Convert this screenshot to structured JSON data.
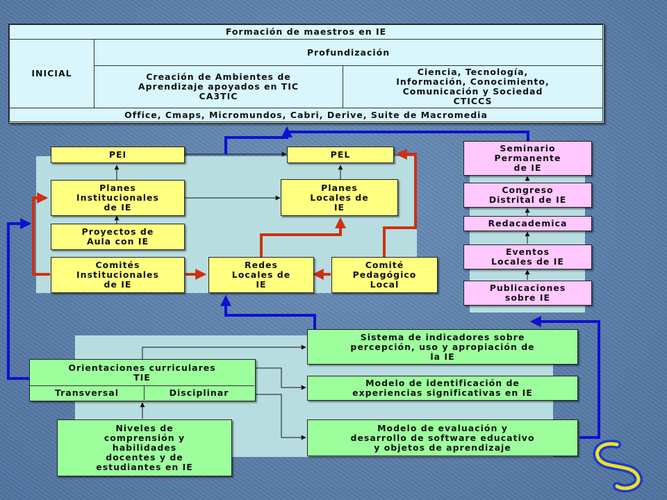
{
  "header_table": {
    "title": "Formación de maestros en IE",
    "inicial": "INICIAL",
    "profundizacion": "Profundización",
    "ambientes": "Creación de Ambientes de\nAprendizaje apoyados en TIC\nCA3TIC",
    "ciencia": "Ciencia, Tecnología,\nInformación, Conocimiento,\nComunicación y Sociedad\nCTICCS",
    "tools": "Office, Cmaps, Micromundos, Cabri, Derive, Suite de Macromedia"
  },
  "left_block": {
    "pei": "PEI",
    "pel": "PEL",
    "planes_inst": "Planes\nInstitucionales\nde IE",
    "planes_loc": "Planes\nLocales de\nIE",
    "proyectos": "Proyectos de\nAula con IE",
    "comites": "Comités\nInstitucionales\nde IE",
    "redes": "Redes\nLocales de\nIE",
    "comite_ped": "Comité\nPedagógico\nLocal"
  },
  "right_column": {
    "seminario": "Seminario\nPermanente\nde IE",
    "congreso": "Congreso\nDistrital de IE",
    "redacademica": "Redacademica",
    "eventos": "Eventos\nLocales de IE",
    "publicaciones": "Publicaciones\nsobre IE"
  },
  "bottom_block": {
    "orientaciones": "Orientaciones curriculares\nTIE",
    "transversal": "Transversal",
    "disciplinar": "Disciplinar",
    "niveles": "Niveles de\ncomprensión y\nhabilidades\ndocentes y de\nestudiantes en IE",
    "sistema": "Sistema de indicadores sobre\npercepción, uso y apropiación de\nla IE",
    "modelo_ident": "Modelo de identificación de\nexperiencias significativas en IE",
    "modelo_eval": "Modelo de evaluación y\ndesarrollo de software educativo\ny objetos de aprendizaje"
  },
  "colors": {
    "yellow": "#ffff80",
    "pink": "#ffc8ff",
    "green": "#9cff9c",
    "cyan": "#d8f6fc",
    "red_arrow": "#d03010",
    "blue_arrow": "#1010d0"
  },
  "icons": [
    "logo-swirl-icon"
  ]
}
